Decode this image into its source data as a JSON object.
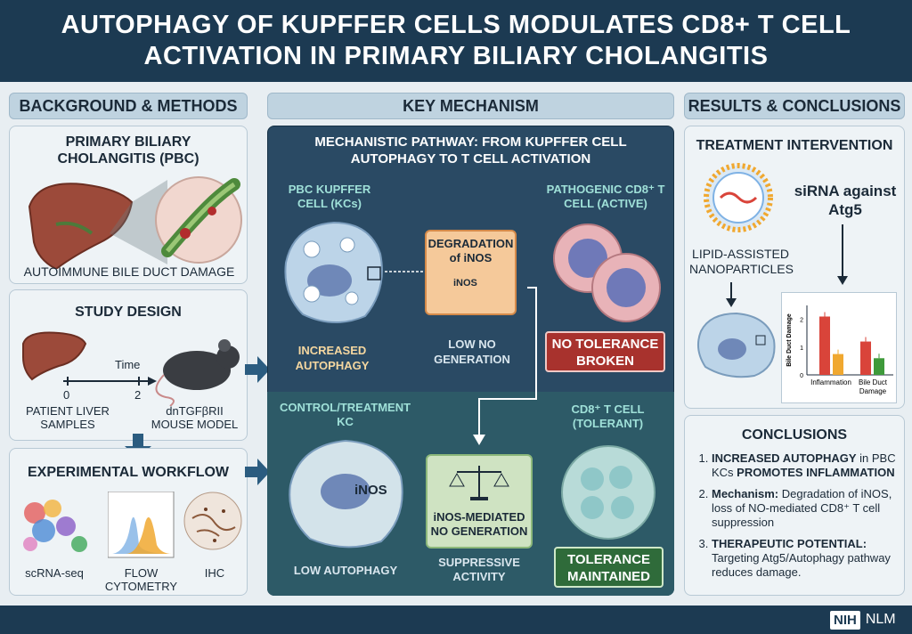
{
  "title": "AUTOPHAGY OF KUPFFER CELLS MODULATES CD8+ T CELL ACTIVATION IN PRIMARY BILIARY CHOLANGITIS",
  "columns": {
    "left": "BACKGROUND & METHODS",
    "center": "KEY MECHANISM",
    "right": "RESULTS & CONCLUSIONS"
  },
  "background": {
    "pbc_title": "PRIMARY BILIARY CHOLANGITIS (PBC)",
    "pbc_caption": "AUTOIMMUNE BILE DUCT DAMAGE",
    "study_title": "STUDY DESIGN",
    "time_label": "Time",
    "tick_start": "0",
    "tick_end": "2",
    "patient_label": "PATIENT LIVER SAMPLES",
    "mouse_label": "dnTGFβRII MOUSE MODEL",
    "workflow_title": "EXPERIMENTAL WORKFLOW",
    "method1": "scRNA-seq",
    "method2": "FLOW CYTOMETRY",
    "method3": "IHC"
  },
  "mechanism": {
    "header": "MECHANISTIC PATHWAY: FROM KUPFFER CELL AUTOPHAGY TO T CELL ACTIVATION",
    "pbc_kc": "PBC KUPFFER CELL (KCs)",
    "increased_autophagy": "INCREASED AUTOPHAGY",
    "degradation": "DEGRADATION of iNOS",
    "inos": "iNOS",
    "low_no": "LOW NO GENERATION",
    "pathogenic": "PATHOGENIC CD8⁺ T CELL (ACTIVE)",
    "no_tolerance": "NO TOLERANCE BROKEN",
    "control_kc": "CONTROL/TREATMENT KC",
    "low_autophagy": "LOW AUTOPHAGY",
    "inos_big": "iNOS",
    "inos_mediated": "iNOS-MEDIATED NO GENERATION",
    "suppressive": "SUPPRESSIVE ACTIVITY",
    "cd8_tolerant": "CD8⁺ T CELL (TOLERANT)",
    "tolerance_maintained": "TOLERANCE MAINTAINED"
  },
  "results": {
    "treatment_title": "TREATMENT INTERVENTION",
    "sirna": "siRNA against Atg5",
    "nanoparticles": "LIPID-ASSISTED NANOPARTICLES",
    "conclusions_title": "CONCLUSIONS",
    "c1_bold1": "INCREASED AUTOPHAGY",
    "c1_mid": " in PBC KCs ",
    "c1_bold2": "PROMOTES INFLAMMATION",
    "c2_bold": "Mechanism:",
    "c2_text": " Degradation of iNOS, loss of NO-mediated CD8⁺ T cell suppression",
    "c3_bold": "THERAPEUTIC POTENTIAL:",
    "c3_text": " Targeting Atg5/Autophagy pathway reduces damage."
  },
  "footer": {
    "nih": "NIH",
    "nlm": "NLM"
  },
  "colors": {
    "header": "#1c3a52",
    "red": "#d9443a",
    "orange": "#f0a830",
    "green": "#3e9a3a"
  },
  "chart_data": {
    "type": "bar",
    "ylabel": "Bile Duct Damage",
    "categories": [
      "Inflammation",
      "Bile Duct Damage"
    ],
    "series": [
      {
        "values": [
          2.1,
          1.2
        ],
        "color": "#d9443a"
      },
      {
        "values": [
          0.75,
          0.55
        ],
        "color": "#f0a830"
      }
    ],
    "colors": [
      "#d9443a",
      "#f0a830",
      "#d9443a",
      "#3e9a3a"
    ],
    "bar_values": [
      2.1,
      0.75,
      1.2,
      0.6
    ],
    "yticks": [
      "0",
      "1",
      "2"
    ],
    "ylim": [
      0,
      2.5
    ]
  }
}
